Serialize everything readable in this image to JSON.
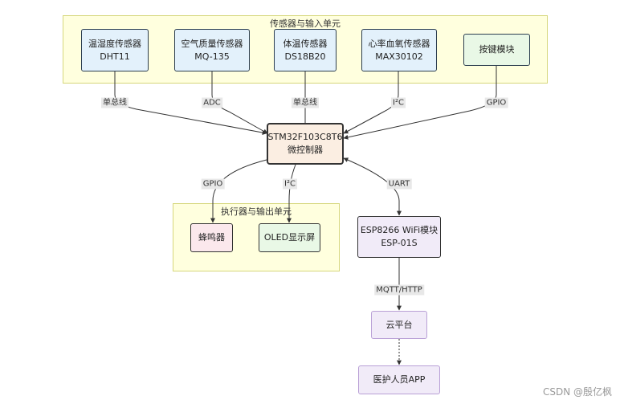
{
  "groups": {
    "sensors": "传感器与输入单元",
    "actuators": "执行器与输出单元"
  },
  "nodes": {
    "dht11": [
      "温湿度传感器",
      "DHT11"
    ],
    "mq135": [
      "空气质量传感器",
      "MQ-135"
    ],
    "ds18b20": [
      "体温传感器",
      "DS18B20"
    ],
    "max30102": [
      "心率血氧传感器",
      "MAX30102"
    ],
    "keys": [
      "按键模块"
    ],
    "mcu": [
      "STM32F103C8T6",
      "微控制器"
    ],
    "buzzer": [
      "蜂鸣器"
    ],
    "oled": [
      "OLED显示屏"
    ],
    "esp": [
      "ESP8266 WiFi模块",
      "ESP-01S"
    ],
    "cloud": [
      "云平台"
    ],
    "app": [
      "医护人员APP"
    ]
  },
  "edge_labels": {
    "dht11_mcu": "单总线",
    "mq135_mcu": "ADC",
    "ds18b20_mcu": "单总线",
    "max30102_mcu": "I²C",
    "keys_mcu": "GPIO",
    "mcu_buzzer": "GPIO",
    "mcu_oled": "I²C",
    "mcu_esp": "UART",
    "esp_cloud": "MQTT/HTTP"
  },
  "watermark": "CSDN @殷亿枫",
  "colors": {
    "group_fill": "#ffffde",
    "sensor_fill": "#e3f1fb",
    "mcu_fill": "#fbeee2",
    "purple_fill": "#f1ebf8",
    "green_fill": "#e9f8e6",
    "pink_fill": "#fbe8ec"
  }
}
